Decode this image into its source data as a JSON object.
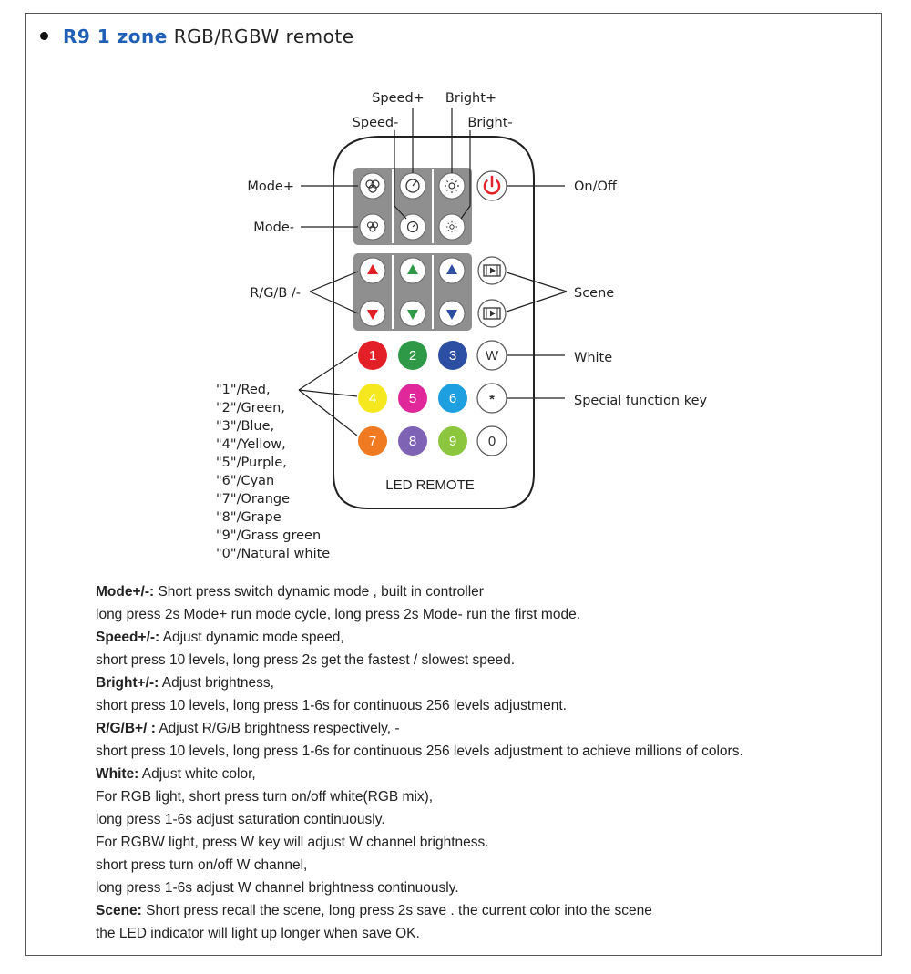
{
  "title": {
    "model": "R9 1 zone",
    "rest": "RGB/RGBW remote"
  },
  "remote_label": "LED REMOTE",
  "labels": {
    "speed_plus": "Speed+",
    "speed_minus": "Speed-",
    "bright_plus": "Bright+",
    "bright_minus": "Bright-",
    "mode_plus": "Mode+",
    "mode_minus": "Mode-",
    "on_off": "On/Off",
    "rgb": "R/G/B /-",
    "scene": "Scene",
    "white": "White",
    "special": "Special function key"
  },
  "keys": {
    "k1": "1",
    "k2": "2",
    "k3": "3",
    "kw": "W",
    "k4": "4",
    "k5": "5",
    "k6": "6",
    "kstar": "*",
    "k7": "7",
    "k8": "8",
    "k9": "9",
    "k0": "0"
  },
  "colors": {
    "red": "#e32028",
    "green": "#2e9a48",
    "blue": "#2d4fa3",
    "yellow": "#f5e81e",
    "purple": "#e0289a",
    "cyan": "#1e9fe0",
    "orange": "#f07a22",
    "grape": "#7e63b5",
    "grass": "#8cc63f",
    "power": "#e32028",
    "title_blue": "#1f5fb5"
  },
  "icons": {
    "mode_plus": "mode-plus-icon",
    "mode_minus": "mode-minus-icon",
    "speed_plus": "speed-plus-icon",
    "speed_minus": "speed-minus-icon",
    "bright_plus": "bright-plus-icon",
    "bright_minus": "bright-minus-icon",
    "power": "power-icon",
    "scene": "scene-icon"
  },
  "legend": [
    "\"1\"/Red,",
    "\"2\"/Green,",
    "\"3\"/Blue,",
    "\"4\"/Yellow,",
    "\"5\"/Purple,",
    "\"6\"/Cyan",
    "\"7\"/Orange",
    "\"8\"/Grape",
    "\"9\"/Grass green",
    "\"0\"/Natural white"
  ],
  "desc": [
    {
      "bold": "Mode+/-:",
      "text": " Short press switch dynamic mode ,  built in controller"
    },
    {
      "bold": "",
      "text": "long press 2s Mode+ run mode cycle, long press 2s Mode- run the first mode."
    },
    {
      "bold": "Speed+/-:",
      "text": " Adjust dynamic mode speed,"
    },
    {
      "bold": "",
      "text": "short press 10 levels, long press 2s get the fastest / slowest speed."
    },
    {
      "bold": "Bright+/-:",
      "text": " Adjust brightness,"
    },
    {
      "bold": "",
      "text": "short press 10 levels, long press 1-6s for continuous 256 levels adjustment."
    },
    {
      "bold": "R/G/B+/ :",
      "text": " Adjust R/G/B brightness respectively,  -"
    },
    {
      "bold": "",
      "text": "short press 10 levels, long press 1-6s for continuous 256 levels adjustment to  achieve millions of colors."
    },
    {
      "bold": "White:",
      "text": " Adjust white color,"
    },
    {
      "bold": "",
      "text": "For RGB light, short press turn on/off white(RGB mix),"
    },
    {
      "bold": "",
      "text": "long press 1-6s adjust saturation continuously."
    },
    {
      "bold": "",
      "text": "For RGBW light, press W key will adjust W channel brightness."
    },
    {
      "bold": "",
      "text": "short press turn on/off W channel,"
    },
    {
      "bold": "",
      "text": "long press 1-6s adjust W channel brightness continuously."
    },
    {
      "bold": "Scene:",
      "text": " Short press recall the scene, long press 2s save . the current color into the scene"
    },
    {
      "bold": "",
      "text": "the LED indicator will light up longer when save OK."
    }
  ]
}
